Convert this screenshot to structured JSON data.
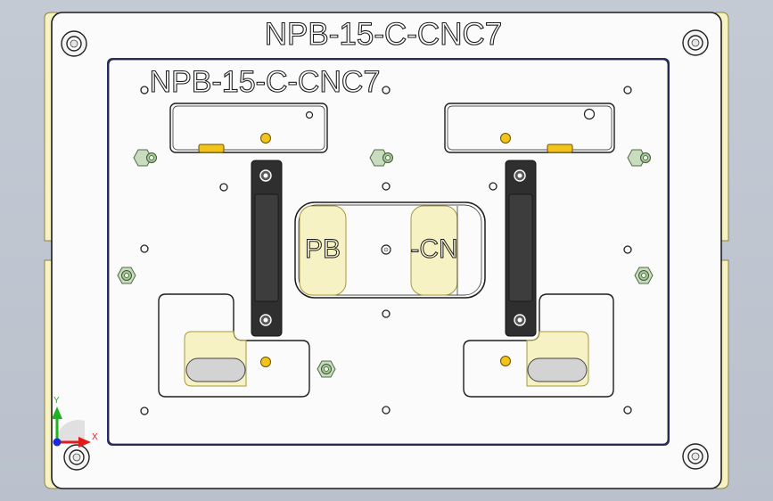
{
  "viewport": {
    "background_top": "#c4cad4",
    "background_bottom": "#bac1cc"
  },
  "model": {
    "outer_plate_label": "NPB-15-C-CNC7",
    "inner_plate_label": "NPB-15-C-CNC7",
    "center_window_text_left": "PB",
    "center_window_text_right": "-CN",
    "colors": {
      "plate": "#fafafa",
      "plate_edge": "#222222",
      "yellow_part": "#f6f2c4",
      "yellow_edge": "#c8be5a",
      "inner_plate_edge": "#2a2f6a",
      "handle": "#3a3a3a",
      "pin": "#f2c419",
      "screw_green": "#a9c79b"
    }
  },
  "triad": {
    "x_label": "X",
    "y_label": "Y",
    "x_color": "#e01b1b",
    "y_color": "#1fb31f",
    "z_color": "#1a2ad8"
  }
}
